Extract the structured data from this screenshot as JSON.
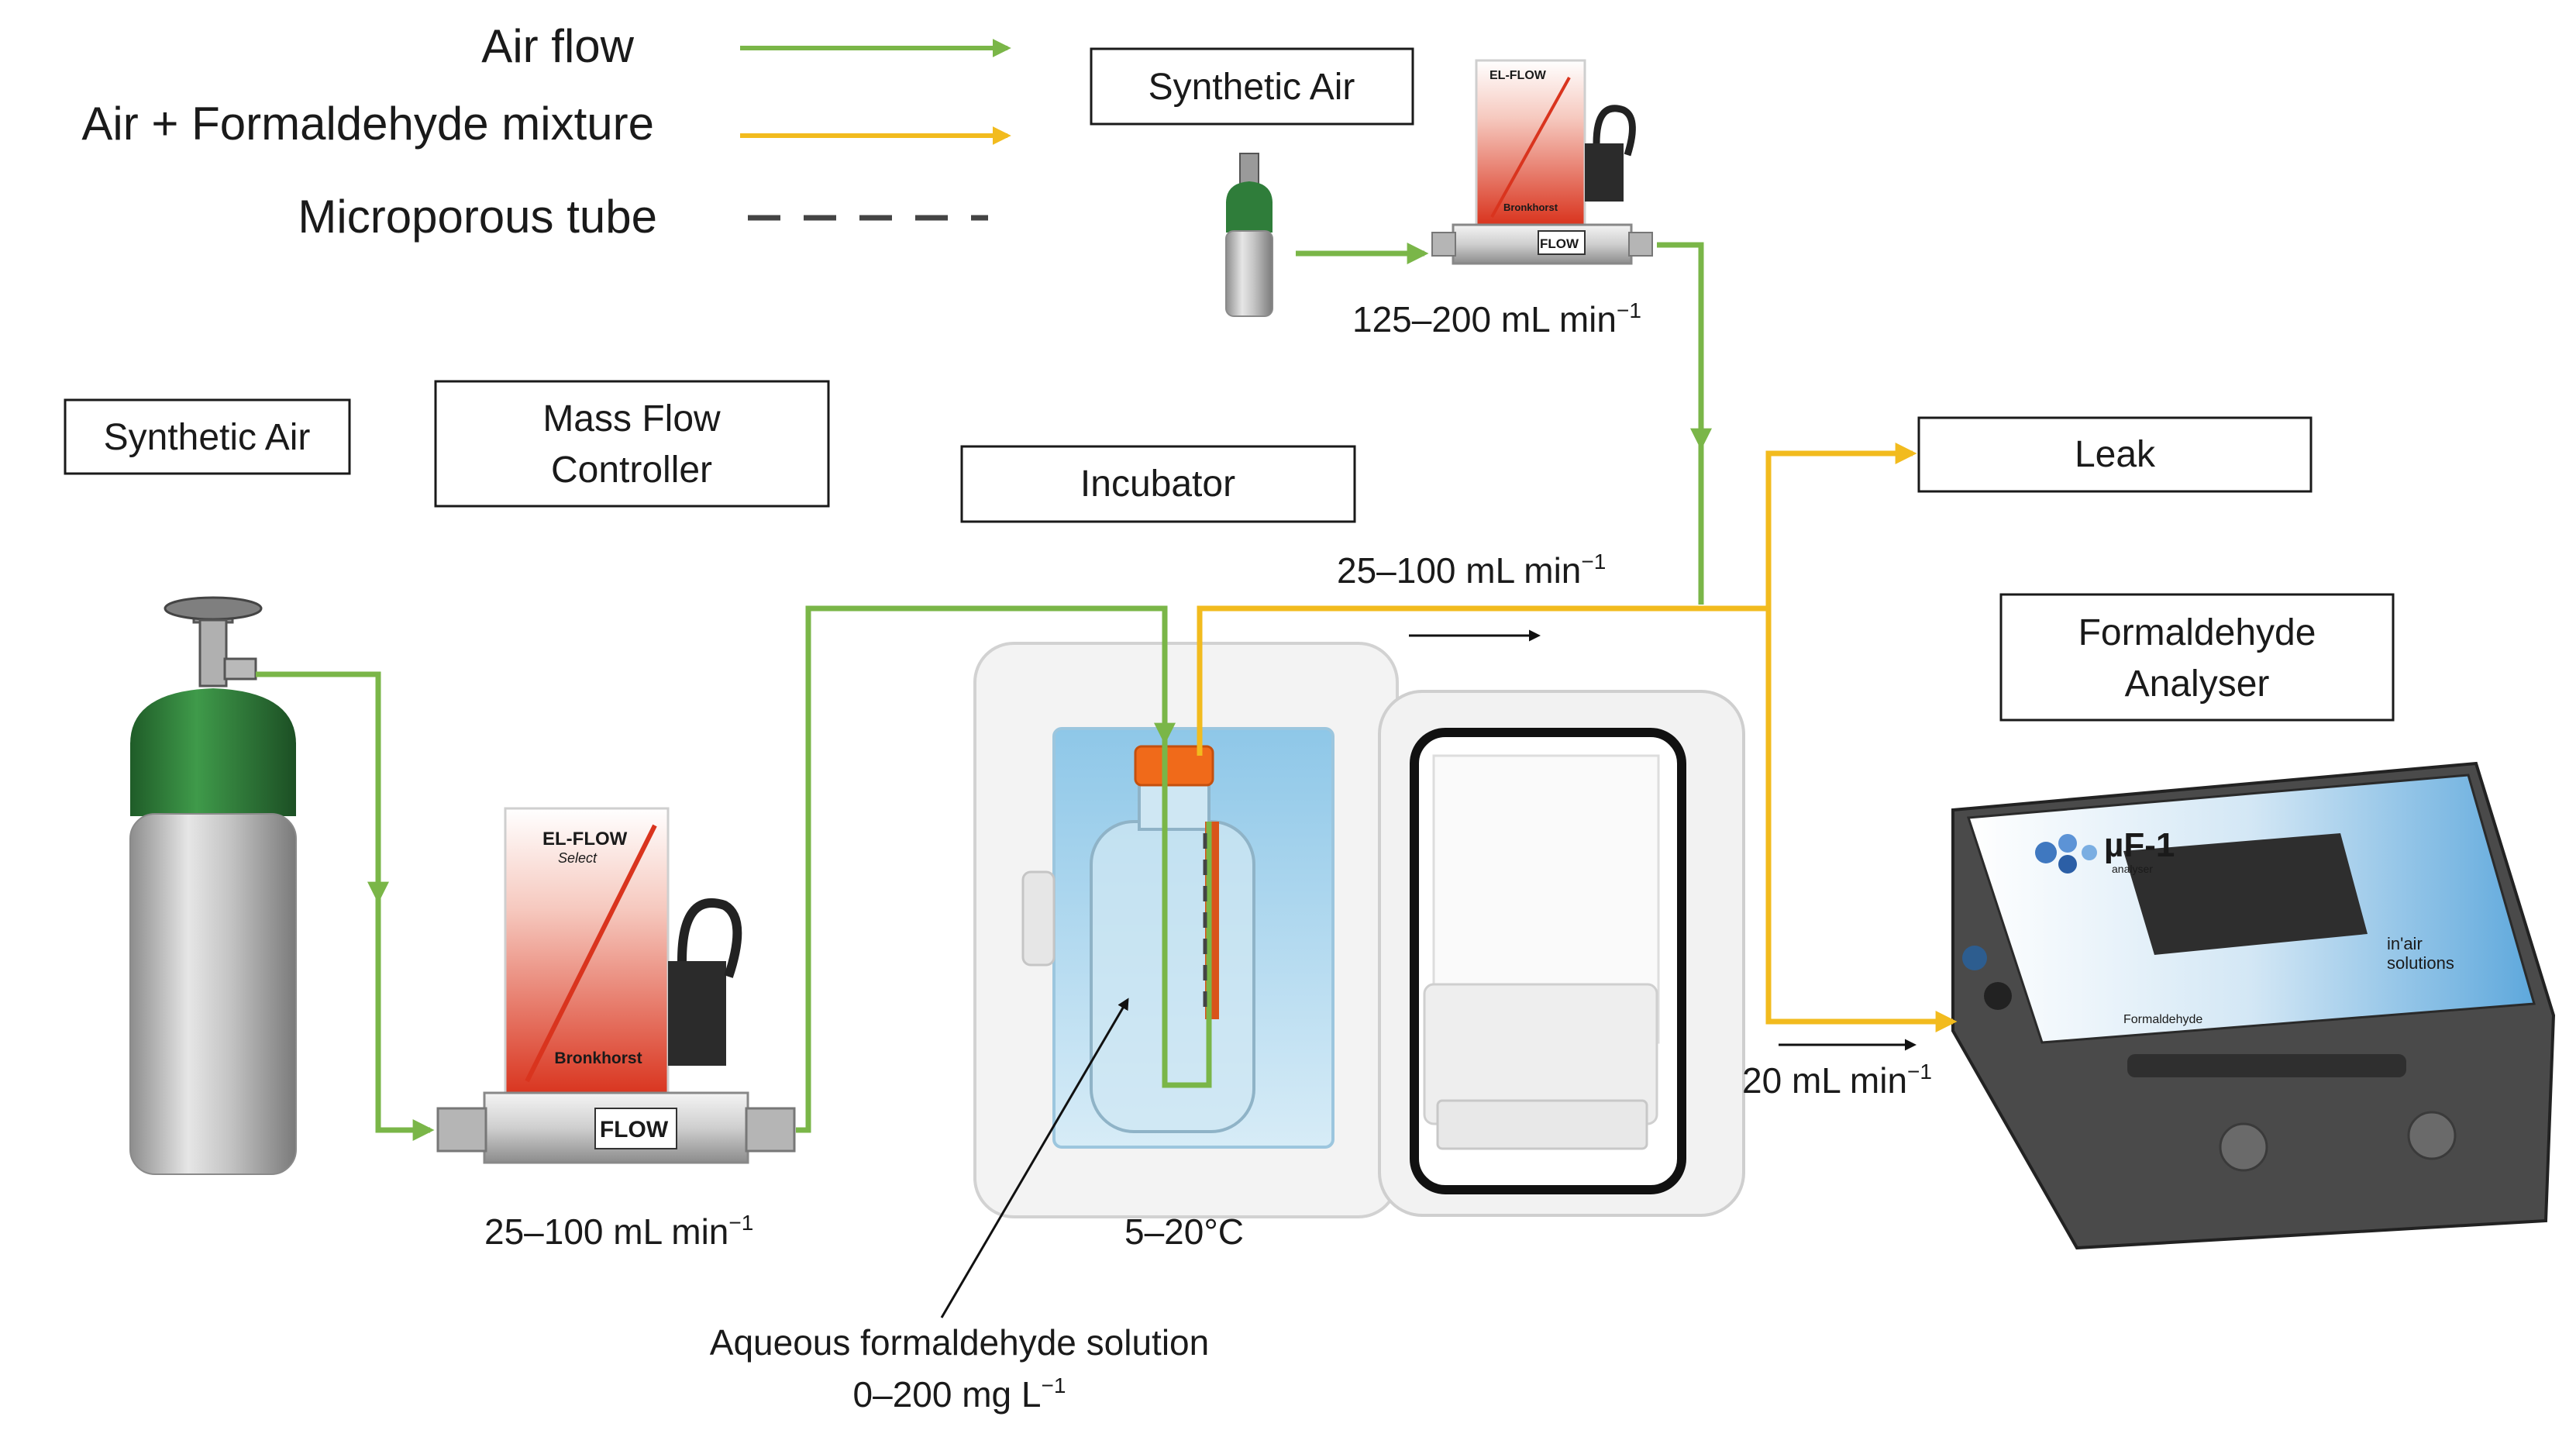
{
  "legend": {
    "air_flow": "Air flow",
    "mixture": "Air + Formaldehyde mixture",
    "microporous": "Microporous tube"
  },
  "labels": {
    "synthetic_air_top": "Synthetic Air",
    "synthetic_air_left": "Synthetic Air",
    "mass_flow_line1": "Mass Flow",
    "mass_flow_line2": "Controller",
    "incubator": "Incubator",
    "leak": "Leak",
    "analyser_line1": "Formaldehyde",
    "analyser_line2": "Analyser"
  },
  "flow_rates": {
    "top_mfc": "125–200 mL min",
    "top_mfc_exp": "−1",
    "mixed": "25–100 mL min",
    "mixed_exp": "−1",
    "left_mfc": "25–100 mL min",
    "left_mfc_exp": "−1",
    "analyser": "20 mL min",
    "analyser_exp": "−1"
  },
  "incubator_temp": "5–20°C",
  "solution": {
    "line1": "Aqueous formaldehyde solution",
    "line2": "0–200 mg L",
    "line2_exp": "−1"
  },
  "device_text": {
    "mfc_brand": "EL-FLOW",
    "mfc_brand_suffix": "Select",
    "mfc_maker": "Bronkhorst",
    "flow_plate": "FLOW",
    "analyser_model": "µF-1",
    "analyser_sub": "analyser",
    "analyser_company_line1": "in'air",
    "analyser_company_line2": "solutions",
    "analyser_panel": "Formaldehyde"
  },
  "colors": {
    "air_flow": "#7ab648",
    "mixture": "#f2bb1e",
    "microporous": "#444444",
    "cylinder_green": "#2f7d3a",
    "mfc_red": "#e0422b"
  }
}
